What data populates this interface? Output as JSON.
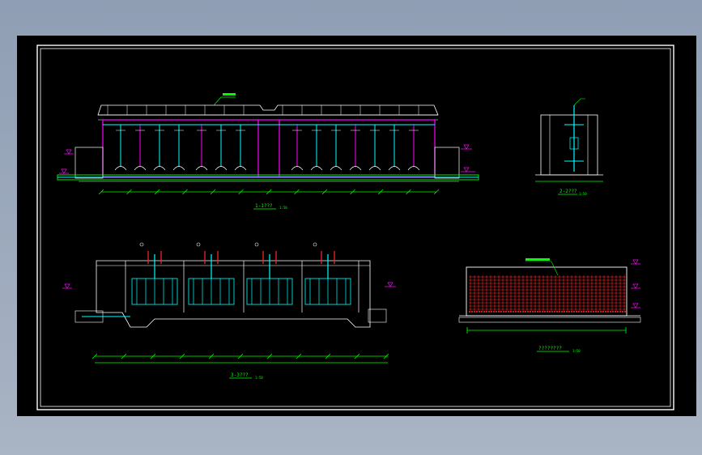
{
  "colors": {
    "background": "#000000",
    "border": "#ffffff",
    "concrete": "#ff00ff",
    "pipe": "#00ffff",
    "dimension": "#00ff00",
    "media": "#ff2a2a",
    "outline": "#ffffff"
  },
  "views": {
    "section_1_label": "1-1???",
    "section_1_scale": "1:50",
    "section_2_label": "2-2???",
    "section_2_scale": "1:50",
    "section_3_label": "3-3???",
    "section_3_scale": "1:50",
    "detail_label": "????????",
    "detail_scale": "1:50"
  }
}
